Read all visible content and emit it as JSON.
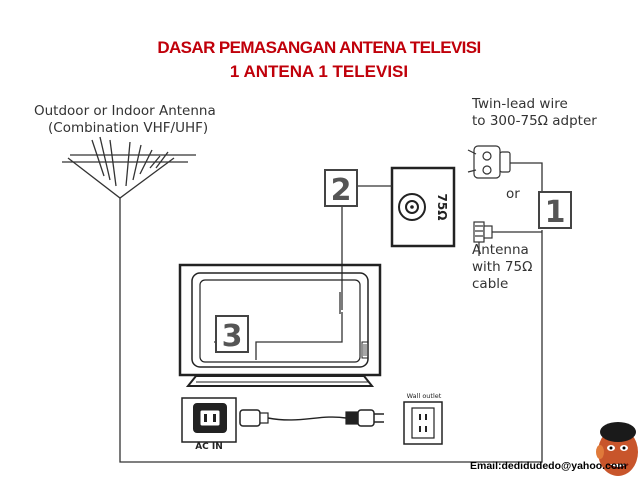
{
  "title": {
    "line1": "DASAR PEMASANGAN ANTENA TELEVISI",
    "line2": "1 ANTENA  1 TELEVISI"
  },
  "antenna_label": {
    "line1": "Outdoor or Indoor Antenna",
    "line2": "(Combination VHF/UHF)"
  },
  "twinlead_label": {
    "line1": "Twin-lead wire",
    "line2": "to 300-75Ω adpter"
  },
  "or_label": "or",
  "antenna75_label": {
    "line1": "Antenna",
    "line2": "with 75Ω",
    "line3": "cable"
  },
  "steps": [
    "1",
    "2",
    "3"
  ],
  "socket_label": "75Ω",
  "wall_outlet_label": "Wall outlet",
  "ac_in_label": "AC IN",
  "footer_email": "Email:dedidudedo@yahoo.com",
  "colors": {
    "title": "#c0000a",
    "box_border": "#444444",
    "number": "#555555"
  }
}
